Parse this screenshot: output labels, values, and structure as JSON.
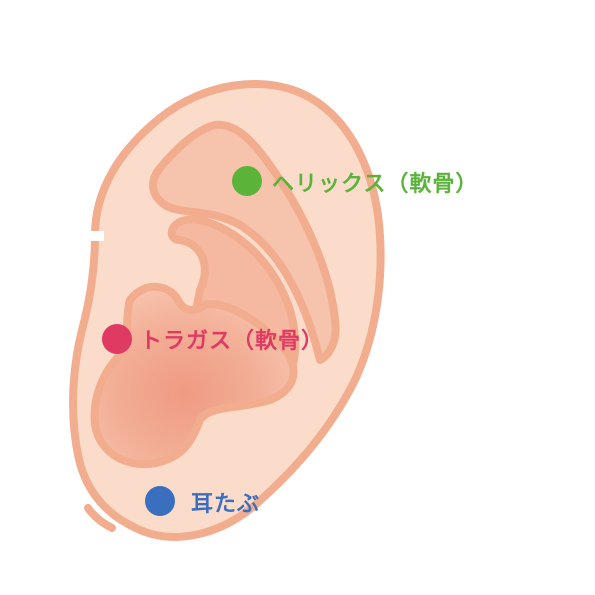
{
  "markers": {
    "helix": {
      "label": "ヘリックス（軟骨）",
      "color": "#5bb33a"
    },
    "tragus": {
      "label": "トラガス（軟骨）",
      "color": "#de3a62"
    },
    "lobe": {
      "label": "耳たぶ",
      "color": "#3a6fbf"
    }
  },
  "colors": {
    "skin": "#fbdccb",
    "outline": "#f2ad8f",
    "inner": "#f6bfa6",
    "concha": "#f2a98f"
  }
}
